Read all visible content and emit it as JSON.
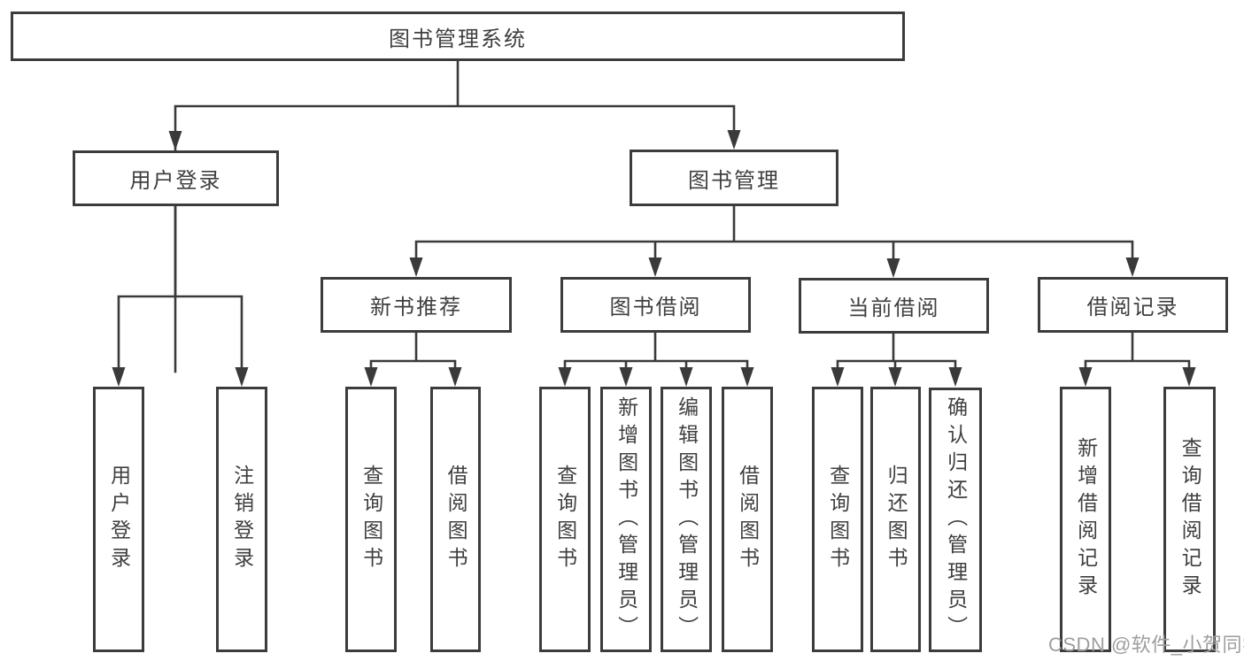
{
  "colors": {
    "line": "#3a3a3a",
    "box_border": "#3c3c3c",
    "text": "#3f3f3f",
    "background": "#ffffff",
    "watermark": "#9e9e9e"
  },
  "diagram": {
    "nodes": {
      "root": {
        "label": "图书管理系统"
      },
      "user_login": {
        "label": "用户登录"
      },
      "book_management": {
        "label": "图书管理"
      },
      "new_book_recommend": {
        "label": "新书推荐"
      },
      "book_borrowing": {
        "label": "图书借阅"
      },
      "current_borrowing": {
        "label": "当前借阅"
      },
      "borrowing_records": {
        "label": "借阅记录"
      },
      "login_user_login": {
        "label": "用户登录"
      },
      "login_logout": {
        "label": "注销登录"
      },
      "rec_query_books": {
        "label": "查询图书"
      },
      "rec_borrow_books": {
        "label": "借阅图书"
      },
      "bor_query_books": {
        "label": "查询图书"
      },
      "bor_add_books": {
        "label": "新增图书（管理员）"
      },
      "bor_edit_books": {
        "label": "编辑图书（管理员）"
      },
      "bor_borrow_books": {
        "label": "借阅图书"
      },
      "cur_query_books": {
        "label": "查询图书"
      },
      "cur_return_books": {
        "label": "归还图书"
      },
      "cur_confirm_return": {
        "label": "确认归还（管理员）"
      },
      "recd_add_record": {
        "label": "新增借阅记录"
      },
      "recd_query_record": {
        "label": "查询借阅记录"
      }
    },
    "structure": {
      "图书管理系统": {
        "用户登录": [
          "用户登录",
          "注销登录"
        ],
        "图书管理": {
          "新书推荐": [
            "查询图书",
            "借阅图书"
          ],
          "图书借阅": [
            "查询图书",
            "新增图书（管理员）",
            "编辑图书（管理员）",
            "借阅图书"
          ],
          "当前借阅": [
            "查询图书",
            "归还图书",
            "确认归还（管理员）"
          ],
          "借阅记录": [
            "新增借阅记录",
            "查询借阅记录"
          ]
        }
      }
    }
  },
  "watermark": {
    "text": "CSDN @软件_小贺同学"
  }
}
